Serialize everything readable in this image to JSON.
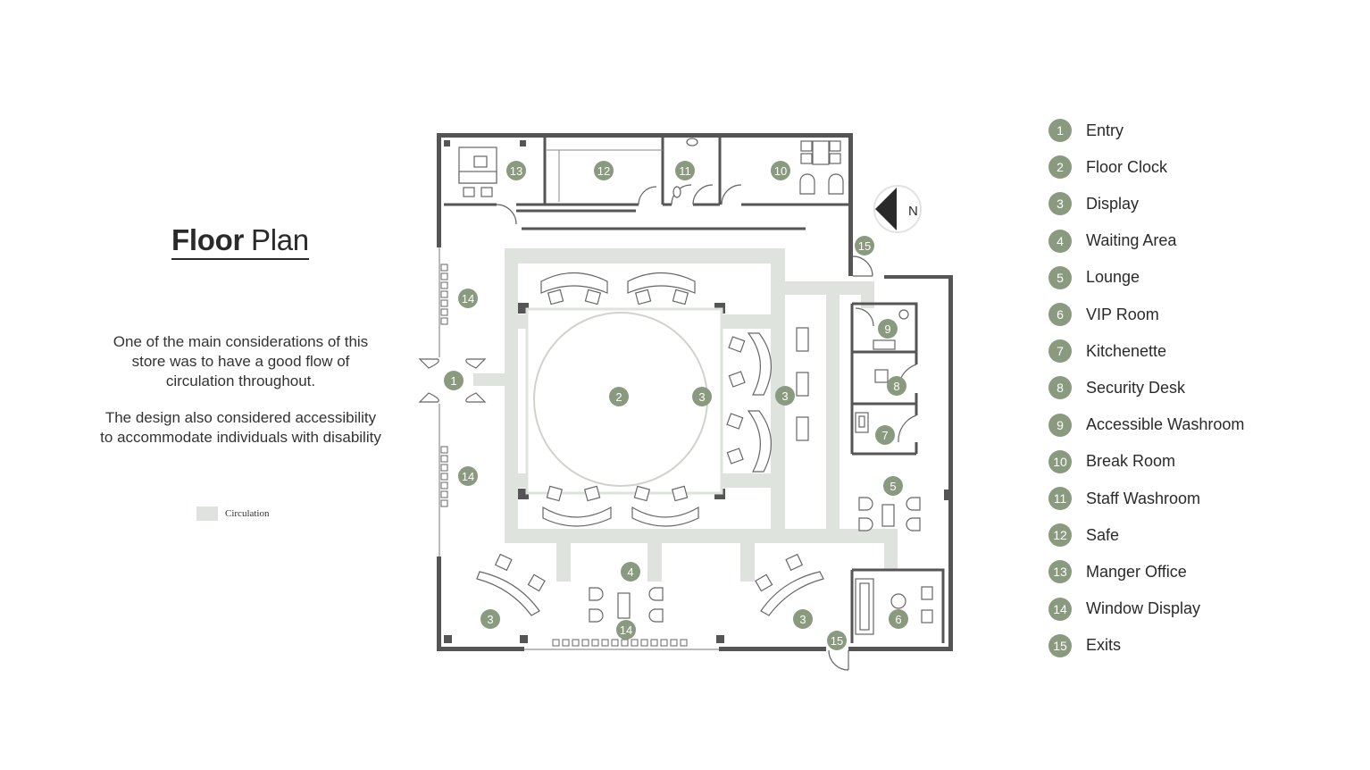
{
  "title": {
    "bold": "Floor",
    "light": "Plan"
  },
  "description": {
    "p1": "One of the main considerations of this store was to have a good flow of circulation throughout.",
    "p2": "The design also considered accessibility to accommodate individuals with disability"
  },
  "circulation_label": "Circulation",
  "compass": "N",
  "colors": {
    "marker": "#8a9a7f",
    "circulation": "#dfe3dd",
    "wall": "#555555"
  },
  "legend": [
    {
      "num": "1",
      "label": "Entry"
    },
    {
      "num": "2",
      "label": "Floor Clock"
    },
    {
      "num": "3",
      "label": "Display"
    },
    {
      "num": "4",
      "label": "Waiting Area"
    },
    {
      "num": "5",
      "label": "Lounge"
    },
    {
      "num": "6",
      "label": "VIP Room"
    },
    {
      "num": "7",
      "label": "Kitchenette"
    },
    {
      "num": "8",
      "label": "Security Desk"
    },
    {
      "num": "9",
      "label": "Accessible Washroom"
    },
    {
      "num": "10",
      "label": "Break Room"
    },
    {
      "num": "11",
      "label": "Staff Washroom"
    },
    {
      "num": "12",
      "label": "Safe"
    },
    {
      "num": "13",
      "label": "Manger Office"
    },
    {
      "num": "14",
      "label": "Window Display"
    },
    {
      "num": "15",
      "label": "Exits"
    }
  ],
  "plan_markers": [
    "1",
    "2",
    "3",
    "3",
    "3",
    "3",
    "4",
    "5",
    "6",
    "7",
    "8",
    "9",
    "10",
    "11",
    "12",
    "13",
    "14",
    "14",
    "14",
    "15",
    "15"
  ]
}
